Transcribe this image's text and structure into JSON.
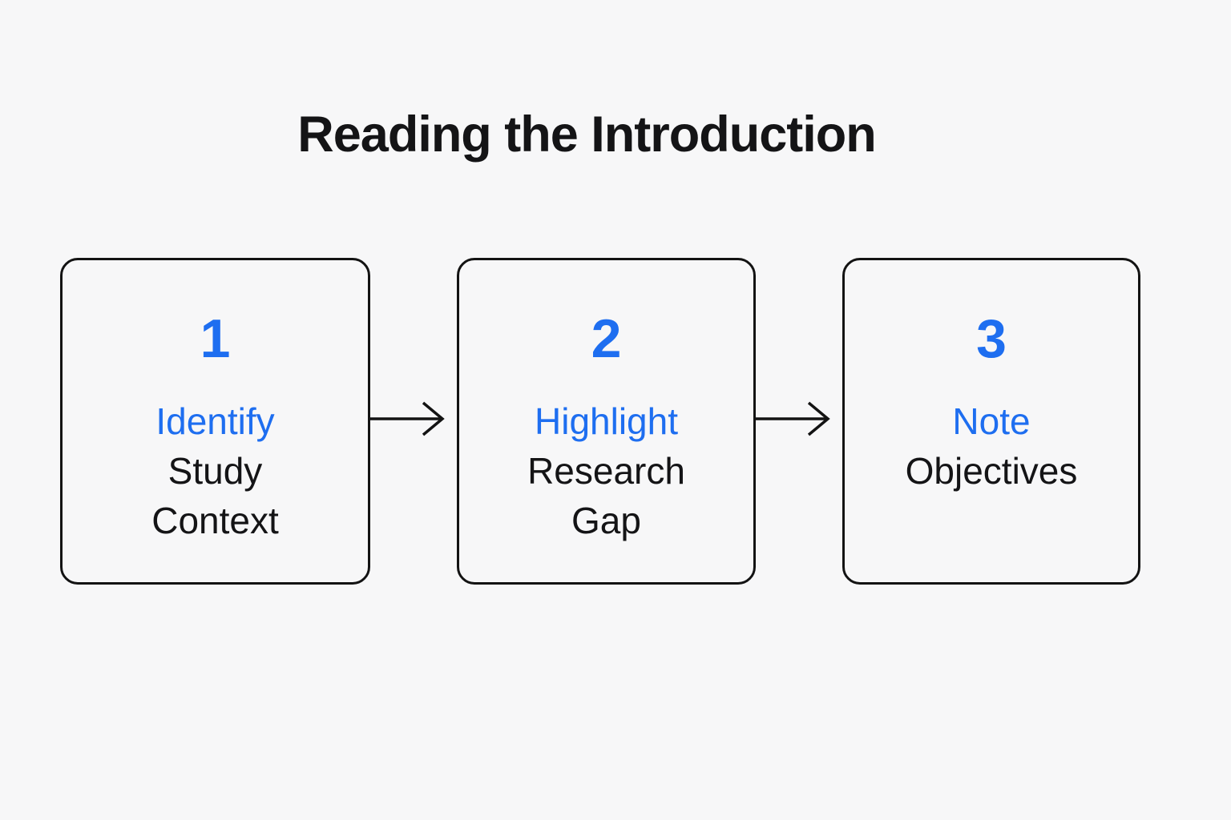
{
  "title": "Reading the Introduction",
  "colors": {
    "background": "#f7f7f8",
    "accent_blue": "#1e6ef0",
    "text_dark": "#141416",
    "box_border": "#131313"
  },
  "steps": [
    {
      "number": "1",
      "action": "Identify",
      "subject": "Study\nContext"
    },
    {
      "number": "2",
      "action": "Highlight",
      "subject": "Research\nGap"
    },
    {
      "number": "3",
      "action": "Note",
      "subject": "Objectives"
    }
  ]
}
